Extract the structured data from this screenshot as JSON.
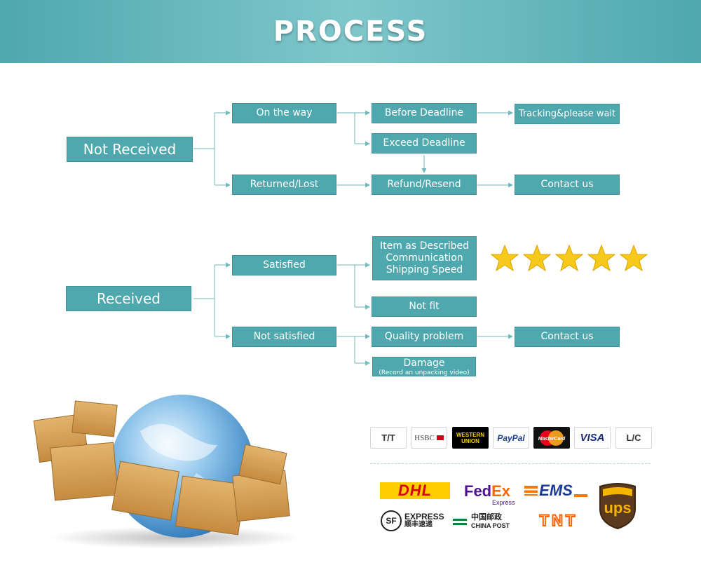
{
  "header": {
    "title": "PROCESS"
  },
  "not_received": {
    "root": "Not Received",
    "on_the_way": "On the way",
    "before_deadline": "Before Deadline",
    "exceed_deadline": "Exceed Deadline",
    "tracking": "Tracking&please wait",
    "returned_lost": "Returned/Lost",
    "refund_resend": "Refund/Resend",
    "contact": "Contact us"
  },
  "received": {
    "root": "Received",
    "satisfied": "Satisfied",
    "described_lines": [
      "Item as Described",
      "Communication",
      "Shipping Speed"
    ],
    "not_fit": "Not fit",
    "not_satisfied": "Not satisfied",
    "quality_problem": "Quality problem",
    "contact": "Contact us",
    "damage": "Damage",
    "damage_note": "(Record an unpacking video)",
    "rating_stars": 5
  },
  "payments": {
    "tt": "T/T",
    "hsbc": "HSBC",
    "western_union": "WESTERN UNION",
    "paypal": "PayPal",
    "mastercard": "MasterCard",
    "visa": "VISA",
    "lc": "L/C"
  },
  "couriers": {
    "dhl": "DHL",
    "fedex_a": "Fed",
    "fedex_b": "Ex",
    "fedex_express": "Express",
    "ems": "EMS",
    "ups": "ups",
    "sf": "SF",
    "sf_express": "EXPRESS",
    "sf_cn": "顺丰速递",
    "china_post_cn": "中国邮政",
    "china_post": "CHINA POST",
    "tnt": "TNT"
  },
  "colors": {
    "teal": "#4fa8ad",
    "arrow": "#6fb9bd",
    "star": "#f7c91a"
  }
}
